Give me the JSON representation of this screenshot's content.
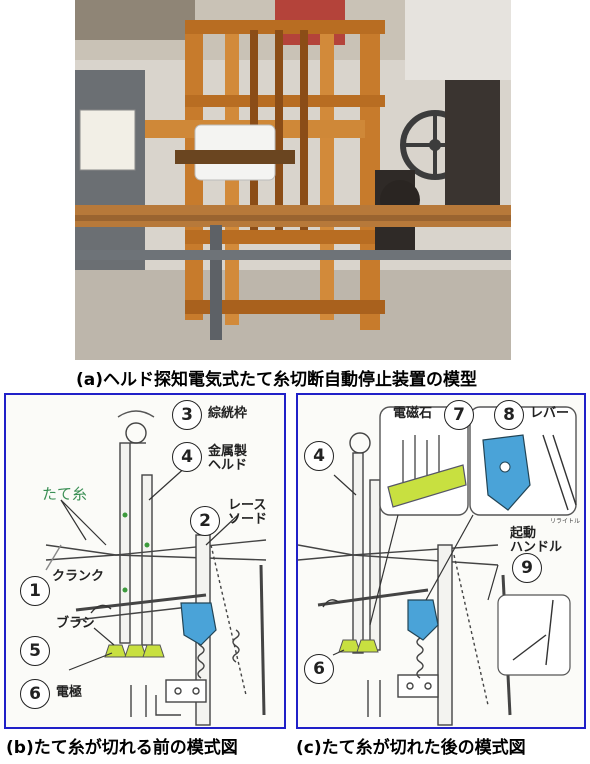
{
  "captions": {
    "a": "(a)ヘルド探知電気式たて糸切断自動停止装置の模型",
    "b": "(b)たて糸が切れる前の模式図",
    "c": "(c)たて糸が切れた後の模式図"
  },
  "panel_b": {
    "labels": {
      "heddle_frame": "綜絖枠",
      "metal_heddle_1": "金属製",
      "metal_heddle_2": "ヘルド",
      "reed_1": "レース",
      "reed_2": "ソード",
      "warp": "たて糸",
      "crank": "クランク",
      "brush": "ブラシ",
      "electrode": "電極"
    },
    "numbers": [
      "1",
      "2",
      "3",
      "4",
      "5",
      "6"
    ]
  },
  "panel_c": {
    "labels": {
      "electromagnet": "電磁石",
      "lever": "レバー",
      "start_handle_1": "起動",
      "start_handle_2": "ハンドル"
    },
    "numbers": [
      "4",
      "6",
      "7",
      "8",
      "9"
    ],
    "small_note": "リライトル"
  },
  "colors": {
    "panel_border": "#2020c8",
    "electromagnet_blue": "#4aa3d8",
    "brush_yellow": "#c8e040",
    "warp_label_green": "#3b8f55"
  }
}
